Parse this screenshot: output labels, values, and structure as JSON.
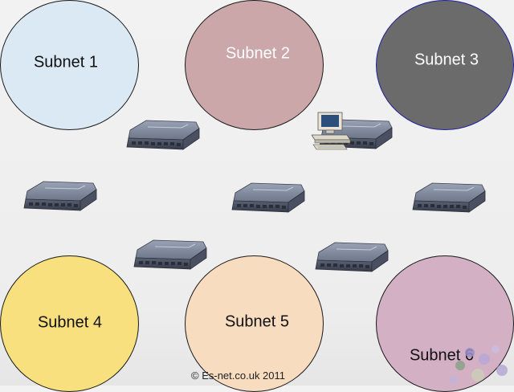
{
  "subnets": [
    {
      "label": "Subnet 1",
      "fill": "#dbe9f5",
      "text": "#111111"
    },
    {
      "label": "Subnet 2",
      "fill": "#cba7a9",
      "text": "#ffffff"
    },
    {
      "label": "Subnet 3",
      "fill": "#6b6b6b",
      "text": "#ffffff",
      "border": "#1f1f9e"
    },
    {
      "label": "Subnet 4",
      "fill": "#f7e07d",
      "text": "#111111"
    },
    {
      "label": "Subnet 5",
      "fill": "#f8dcc0",
      "text": "#111111"
    },
    {
      "label": "Subnet 6",
      "fill": "#d3b0c4",
      "text": "#111111"
    }
  ],
  "footer": {
    "copyright": "© Es-net.co.uk 2011"
  },
  "icons": [
    "network-switch-icon",
    "computer-icon"
  ]
}
